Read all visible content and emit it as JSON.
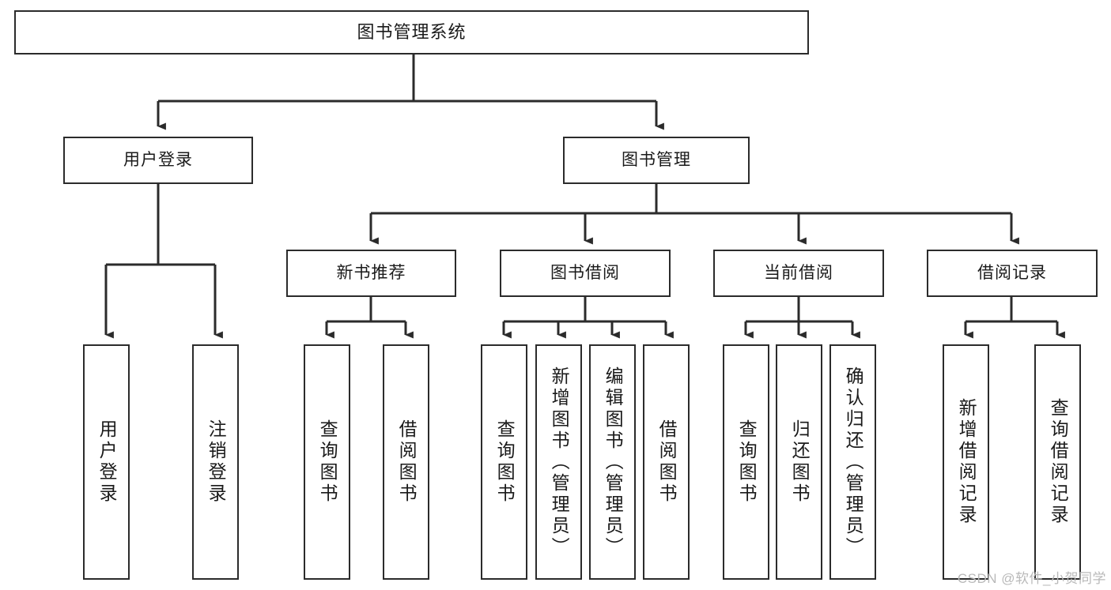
{
  "diagram": {
    "title": "图书管理系统",
    "watermark": "CSDN @软件_小贺同学",
    "colors": {
      "background": "#ffffff",
      "border": "#2b2b2b",
      "text": "#1a1a1a",
      "edge": "#2b2b2b",
      "watermark": "#b9b9b9"
    },
    "nodes": {
      "root": {
        "label": "图书管理系统"
      },
      "level2": [
        {
          "id": "user-login",
          "label": "用户登录"
        },
        {
          "id": "book-manage",
          "label": "图书管理"
        }
      ],
      "level3": [
        {
          "id": "new-book-recommend",
          "label": "新书推荐"
        },
        {
          "id": "book-borrow",
          "label": "图书借阅"
        },
        {
          "id": "current-borrow",
          "label": "当前借阅"
        },
        {
          "id": "borrow-record",
          "label": "借阅记录"
        }
      ],
      "leaves": {
        "user_login": [
          {
            "id": "leaf-user-login",
            "label": "用户登录"
          },
          {
            "id": "leaf-logout-login",
            "label": "注销登录"
          }
        ],
        "new_book_recommend": [
          {
            "id": "leaf-query-book-1",
            "label": "查询图书"
          },
          {
            "id": "leaf-borrow-book-1",
            "label": "借阅图书"
          }
        ],
        "book_borrow": [
          {
            "id": "leaf-query-book-2",
            "label": "查询图书"
          },
          {
            "id": "leaf-add-book",
            "label": "新增图书（管理员）"
          },
          {
            "id": "leaf-edit-book",
            "label": "编辑图书（管理员）"
          },
          {
            "id": "leaf-borrow-book-2",
            "label": "借阅图书"
          }
        ],
        "current_borrow": [
          {
            "id": "leaf-query-book-3",
            "label": "查询图书"
          },
          {
            "id": "leaf-return-book",
            "label": "归还图书"
          },
          {
            "id": "leaf-confirm-return",
            "label": "确认归还（管理员）"
          }
        ],
        "borrow_record": [
          {
            "id": "leaf-add-record",
            "label": "新增借阅记录"
          },
          {
            "id": "leaf-query-record",
            "label": "查询借阅记录"
          }
        ]
      }
    }
  }
}
